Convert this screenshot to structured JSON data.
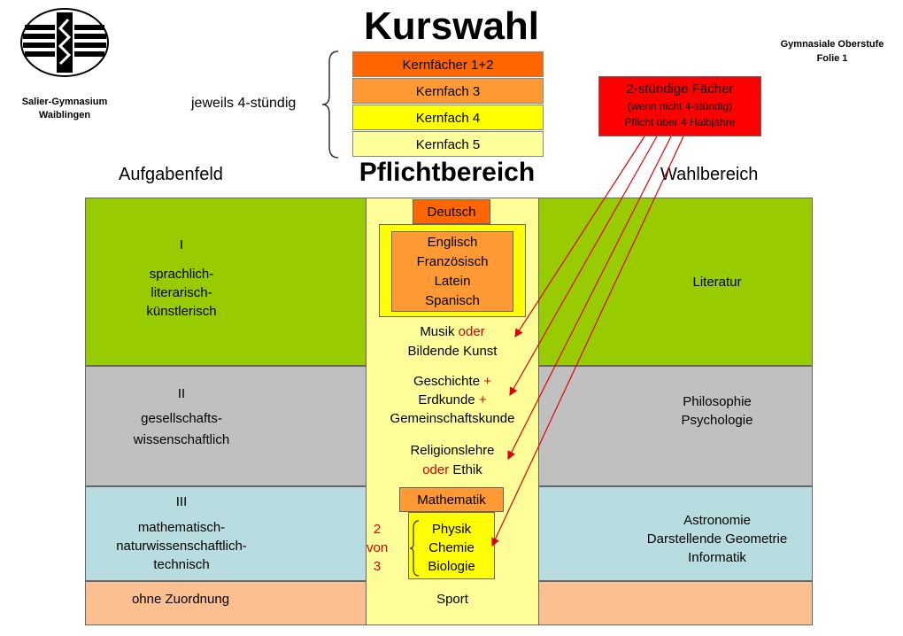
{
  "header": {
    "title": "Kurswahl",
    "school_line1": "Salier-Gymnasium",
    "school_line2": "Waiblingen",
    "slide_line1": "Gymnasiale Oberstufe",
    "slide_line2": "Folie 1"
  },
  "kernfaecher": {
    "brace_label": "jeweils 4-stündig",
    "items": [
      {
        "label": "Kernfächer 1+2",
        "color": "#ff6600"
      },
      {
        "label": "Kernfach 3",
        "color": "#ff9933"
      },
      {
        "label": "Kernfach 4",
        "color": "#ffff00"
      },
      {
        "label": "Kernfach 5",
        "color": "#ffff99"
      }
    ]
  },
  "two_hour_box": {
    "line1": "2-stündige Fächer",
    "line2": "(wenn nicht 4-stündig)",
    "line3": "Pflicht über 4 Halbjahre",
    "color": "#ff0000"
  },
  "columns": {
    "aufgabenfeld": "Aufgabenfeld",
    "pflichtbereich": "Pflichtbereich",
    "wahlbereich": "Wahlbereich"
  },
  "fields": {
    "f1": {
      "num": "I",
      "line1": "sprachlich-",
      "line2": "literarisch-",
      "line3": "künstlerisch",
      "wahl": "Literatur",
      "color": "#99cc00"
    },
    "f2": {
      "num": "II",
      "line1": "gesellschafts-",
      "line2": "wissenschaftlich",
      "wahl1": "Philosophie",
      "wahl2": "Psychologie",
      "color": "#c0c0c0"
    },
    "f3": {
      "num": "III",
      "line1": "mathematisch-",
      "line2": "naturwissenschaftlich-",
      "line3": "technisch",
      "wahl1": "Astronomie",
      "wahl2": "Darstellende Geometrie",
      "wahl3": "Informatik",
      "color": "#b7dde0"
    },
    "f4": {
      "label": "ohne Zuordnung",
      "color": "#fcc090"
    }
  },
  "pflicht": {
    "deutsch": "Deutsch",
    "languages": [
      "Englisch",
      "Französisch",
      "Latein",
      "Spanisch"
    ],
    "musik": "Musik",
    "oder": "oder",
    "kunst": "Bildende Kunst",
    "geschichte": "Geschichte",
    "plus": "+",
    "erdkunde": "Erdkunde",
    "gk": "Gemeinschaftskunde",
    "religion": "Religionslehre",
    "ethik": "Ethik",
    "mathematik": "Mathematik",
    "zwei": "2",
    "von": "von",
    "drei": "3",
    "sciences": [
      "Physik",
      "Chemie",
      "Biologie"
    ],
    "sport": "Sport",
    "column_color": "#ffff99"
  }
}
